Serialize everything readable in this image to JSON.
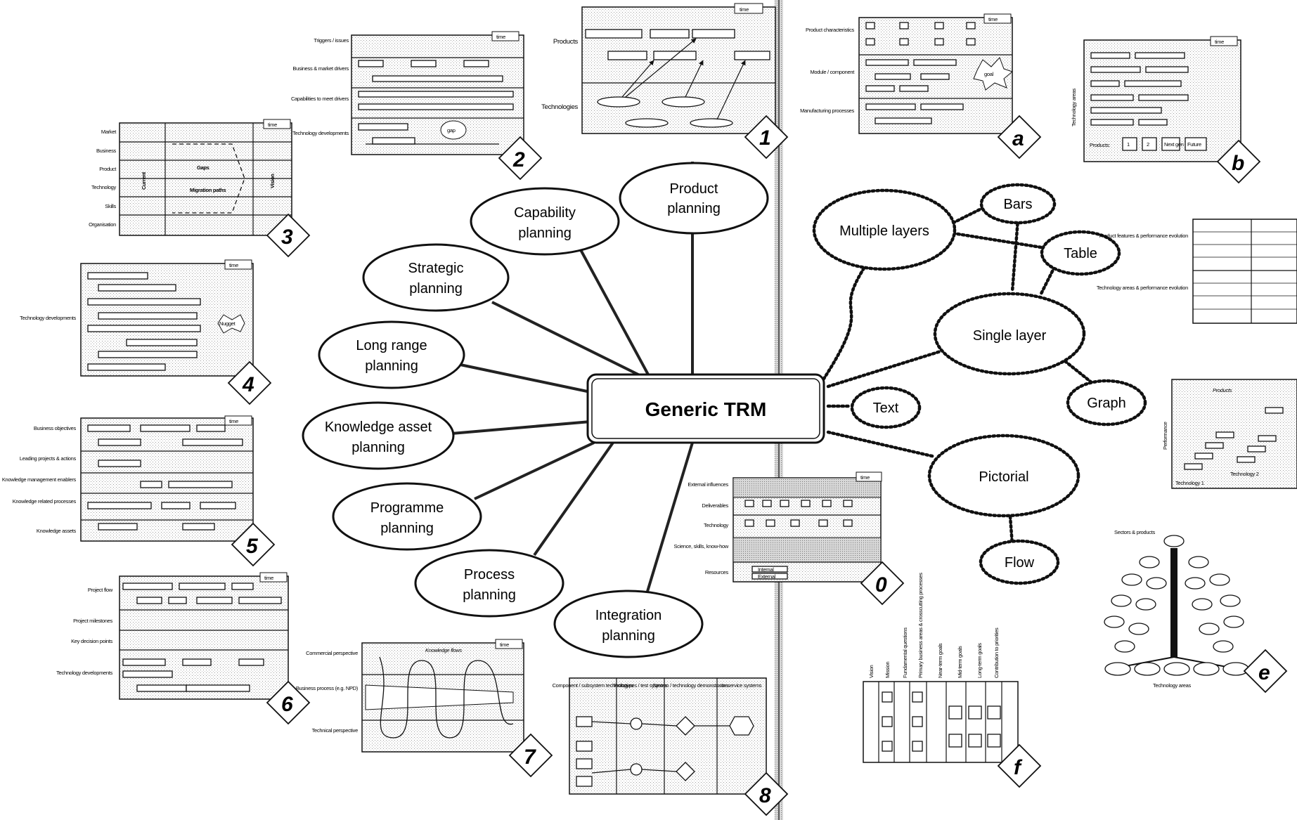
{
  "center": {
    "title": "Generic TRM"
  },
  "planning_types": [
    "Product planning",
    "Capability planning",
    "Strategic planning",
    "Long range planning",
    "Knowledge asset planning",
    "Programme planning",
    "Process planning",
    "Integration planning"
  ],
  "formats": {
    "multiple_layers": "Multiple layers",
    "bars": "Bars",
    "table": "Table",
    "single_layer": "Single layer",
    "text": "Text",
    "graph": "Graph",
    "pictorial": "Pictorial",
    "flow": "Flow"
  },
  "time_label": "time",
  "panel_numbers": {
    "p0": "0",
    "p1": "1",
    "p2": "2",
    "p3": "3",
    "p4": "4",
    "p5": "5",
    "p6": "6",
    "p7": "7",
    "p8": "8",
    "pa": "a",
    "pb": "b",
    "pe": "e",
    "pf": "f"
  },
  "panels": {
    "p1": {
      "rows": [
        "Products",
        "Technologies"
      ]
    },
    "p2": {
      "rows": [
        "Triggers / issues",
        "Business & market drivers",
        "Capabilities to meet drivers",
        "Technology developments"
      ],
      "gap": "gap"
    },
    "p3": {
      "rows": [
        "Market",
        "Business",
        "Product",
        "Technology",
        "Skills",
        "Organisation"
      ],
      "current": "Current",
      "vision": "Vision",
      "gaps": "Gaps",
      "migration": "Migration paths"
    },
    "p4": {
      "rows": [
        "Technology developments"
      ],
      "nugget": "Nugget"
    },
    "p5": {
      "rows": [
        "Business objectives",
        "Leading projects & actions",
        "Knowledge management enablers",
        "Knowledge related processes",
        "Knowledge assets"
      ]
    },
    "p6": {
      "rows": [
        "Project flow",
        "Project milestones",
        "Key decision points",
        "Technology developments"
      ]
    },
    "p7": {
      "rows": [
        "Commercial perspective",
        "Business process (e.g. NPD)",
        "Technical perspective"
      ],
      "flow_label": "Knowledge flows"
    },
    "p8": {
      "cols": [
        "Component / subsystem technologies",
        "Prototypes / test systems",
        "System / technology demonstrators",
        "In-service systems"
      ]
    },
    "p0": {
      "rows": [
        "External influences",
        "Deliverables",
        "Technology",
        "Science, skills, know-how",
        "Resources"
      ],
      "internal": "Internal",
      "external": "External"
    },
    "pa": {
      "rows": [
        "Product characteristics",
        "Module / component",
        "Manufacturing processes"
      ],
      "goal": "goal"
    },
    "pb": {
      "axis": "Technology areas",
      "products": "Products:",
      "b1": "1",
      "b2": "2",
      "b3": "Next gen",
      "b4": "Future"
    },
    "pt": {
      "rows": [
        "Product features & performance evolution",
        "Technology areas & performance evolution"
      ]
    },
    "pg": {
      "yaxis": "Performance",
      "products": "Products",
      "t1": "Technology 1",
      "t2": "Technology 2"
    },
    "pe": {
      "top": "Sectors & products",
      "bottom": "Technology areas"
    },
    "pf": {
      "cols": [
        "Vision",
        "Mission",
        "Fundamental questions",
        "Primary business areas & crosscutting processes",
        "Near-term goals",
        "Mid-term goals",
        "Long-term goals",
        "Contribution to priorities"
      ]
    }
  }
}
